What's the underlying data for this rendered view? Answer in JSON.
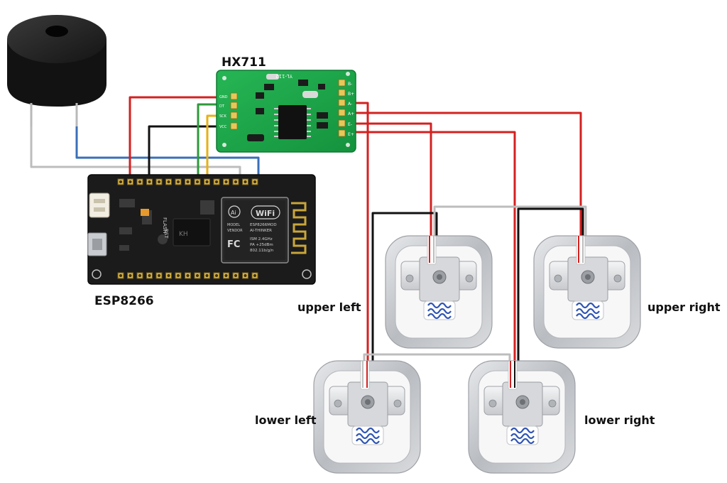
{
  "labels": {
    "hx711": "HX711",
    "esp8266": "ESP8266",
    "upper_left": "upper left",
    "upper_right": "upper right",
    "lower_left": "lower left",
    "lower_right": "lower right"
  },
  "hx711_board": {
    "silkscreen": "YL-112",
    "pins_right": [
      "B-",
      "B+",
      "A-",
      "A+",
      "E-",
      "E+"
    ],
    "pins_left": [
      "GND",
      "DT",
      "SCK",
      "VCC"
    ]
  },
  "esp_module": {
    "line1": "ESP8266MOD",
    "line2": "AI-THINKER",
    "line3": "ISM 2.4GHz",
    "line4": "PA +25dBm",
    "line5": "802.11b/g/n",
    "model": "MODEL",
    "vendor": "VENDOR",
    "wifi": "WiFi",
    "fc": "FC",
    "rst": "RST",
    "flash": "FLASH"
  },
  "colors": {
    "wire_red": "#d42020",
    "wire_black": "#111111",
    "wire_blue": "#3a6fb8",
    "wire_grey": "#bdbdbd",
    "wire_green": "#2e9a3a",
    "wire_yellow": "#e6b214",
    "pcb_green": "#1ea84a",
    "pcb_black": "#1b1b1b",
    "load_cell_metal": "#c9cbcf"
  }
}
